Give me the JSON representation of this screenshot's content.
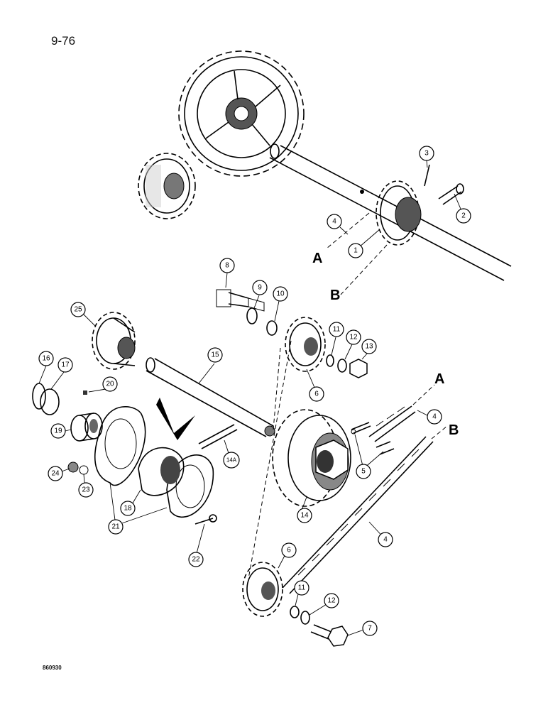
{
  "page_number": "9-76",
  "drawing_code": "860930",
  "letters": {
    "a": "A",
    "b": "B"
  },
  "callouts": {
    "c1": "1",
    "c2": "2",
    "c3": "3",
    "c4a": "4",
    "c4b": "4",
    "c4c": "4",
    "c5": "5",
    "c6a": "6",
    "c6b": "6",
    "c7": "7",
    "c8": "8",
    "c9": "9",
    "c10": "10",
    "c11a": "11",
    "c11b": "11",
    "c12a": "12",
    "c12b": "12",
    "c13": "13",
    "c14": "14",
    "c14a": "14A",
    "c15": "15",
    "c16": "16",
    "c17": "17",
    "c18": "18",
    "c19": "19",
    "c20": "20",
    "c21": "21",
    "c22": "22",
    "c23": "23",
    "c24": "24",
    "c25": "25"
  }
}
